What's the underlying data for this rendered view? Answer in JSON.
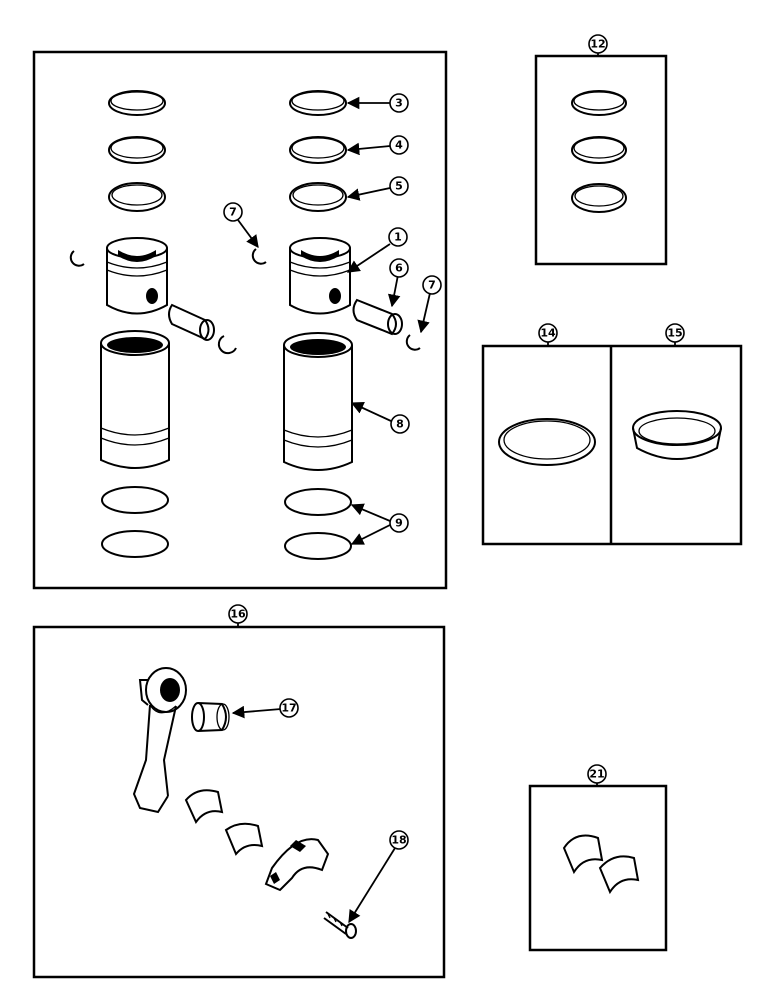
{
  "callouts": {
    "c1": "1",
    "c3": "3",
    "c4": "4",
    "c5": "5",
    "c6": "6",
    "c7a": "7",
    "c7b": "7",
    "c8": "8",
    "c9": "9",
    "c12": "12",
    "c14": "14",
    "c15": "15",
    "c16": "16",
    "c17": "17",
    "c18": "18",
    "c21": "21"
  }
}
